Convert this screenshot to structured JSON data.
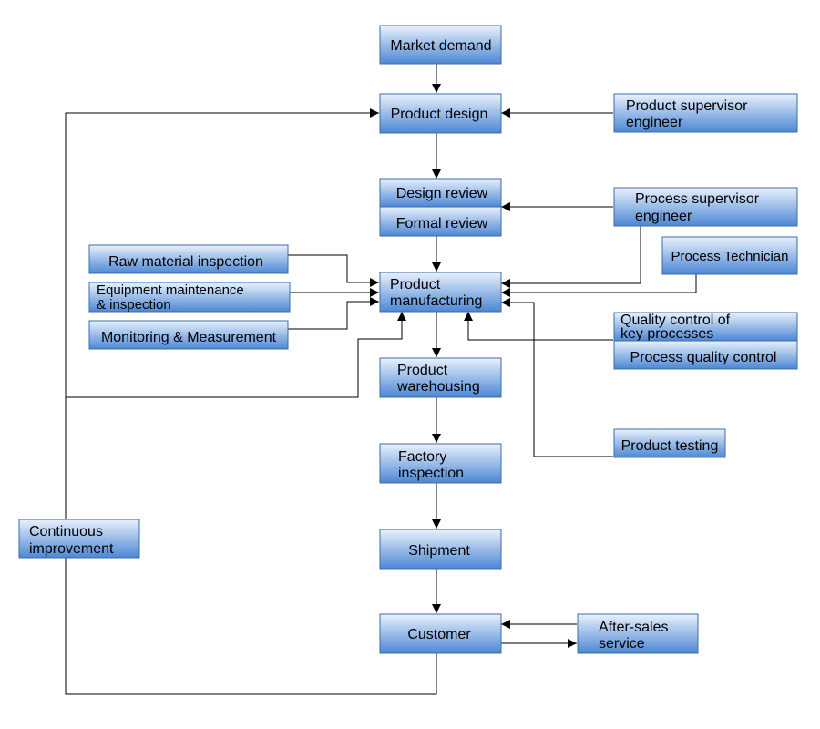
{
  "nodes": {
    "market_demand": "Market demand",
    "product_design": "Product design",
    "product_supervisor": [
      "Product supervisor",
      "engineer"
    ],
    "design_review": "Design review",
    "formal_review": "Formal review",
    "process_supervisor": [
      "Process supervisor",
      "engineer"
    ],
    "process_technician": "Process Technician",
    "raw_material": "Raw material inspection",
    "equipment": [
      "Equipment maintenance",
      "& inspection"
    ],
    "monitoring": "Monitoring & Measurement",
    "product_manufacturing": [
      "Product",
      "manufacturing"
    ],
    "quality_key": [
      "Quality control of",
      "key processes"
    ],
    "process_quality": "Process quality control",
    "product_warehousing": [
      "Product",
      "warehousing"
    ],
    "product_testing": "Product testing",
    "factory_inspection": [
      "Factory",
      "inspection"
    ],
    "continuous_improvement": [
      "Continuous",
      "improvement"
    ],
    "shipment": "Shipment",
    "customer": "Customer",
    "after_sales": [
      "After-sales",
      "service"
    ]
  },
  "colors": {
    "box_top": "#e8f1fc",
    "box_bottom": "#4d87d4",
    "box_border": "#3a6ea8",
    "line": "#000000"
  }
}
